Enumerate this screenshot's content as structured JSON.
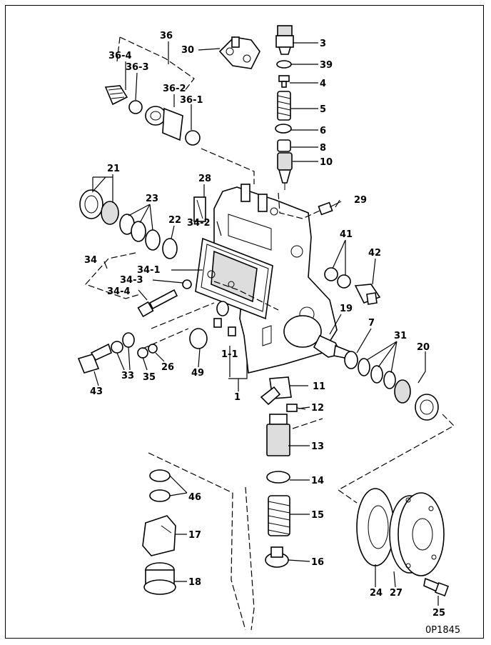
{
  "drawing_code": "0P1845",
  "labels": {
    "l1": "1",
    "l1_1": "1-1",
    "l3": "3",
    "l4": "4",
    "l5": "5",
    "l6": "6",
    "l7": "7",
    "l8": "8",
    "l10": "10",
    "l11": "11",
    "l12": "12",
    "l13": "13",
    "l14": "14",
    "l15": "15",
    "l16": "16",
    "l17": "17",
    "l18": "18",
    "l19": "19",
    "l20": "20",
    "l21": "21",
    "l22": "22",
    "l23": "23",
    "l24": "24",
    "l25": "25",
    "l26": "26",
    "l27": "27",
    "l28": "28",
    "l29": "29",
    "l30": "30",
    "l31": "31",
    "l33": "33",
    "l34": "34",
    "l34_1": "34-1",
    "l34_2": "34-2",
    "l34_3": "34-3",
    "l34_4": "34-4",
    "l35": "35",
    "l36": "36",
    "l36_1": "36-1",
    "l36_2": "36-2",
    "l36_3": "36-3",
    "l36_4": "36-4",
    "l39": "39",
    "l41": "41",
    "l42": "42",
    "l43": "43",
    "l46": "46",
    "l49": "49"
  }
}
